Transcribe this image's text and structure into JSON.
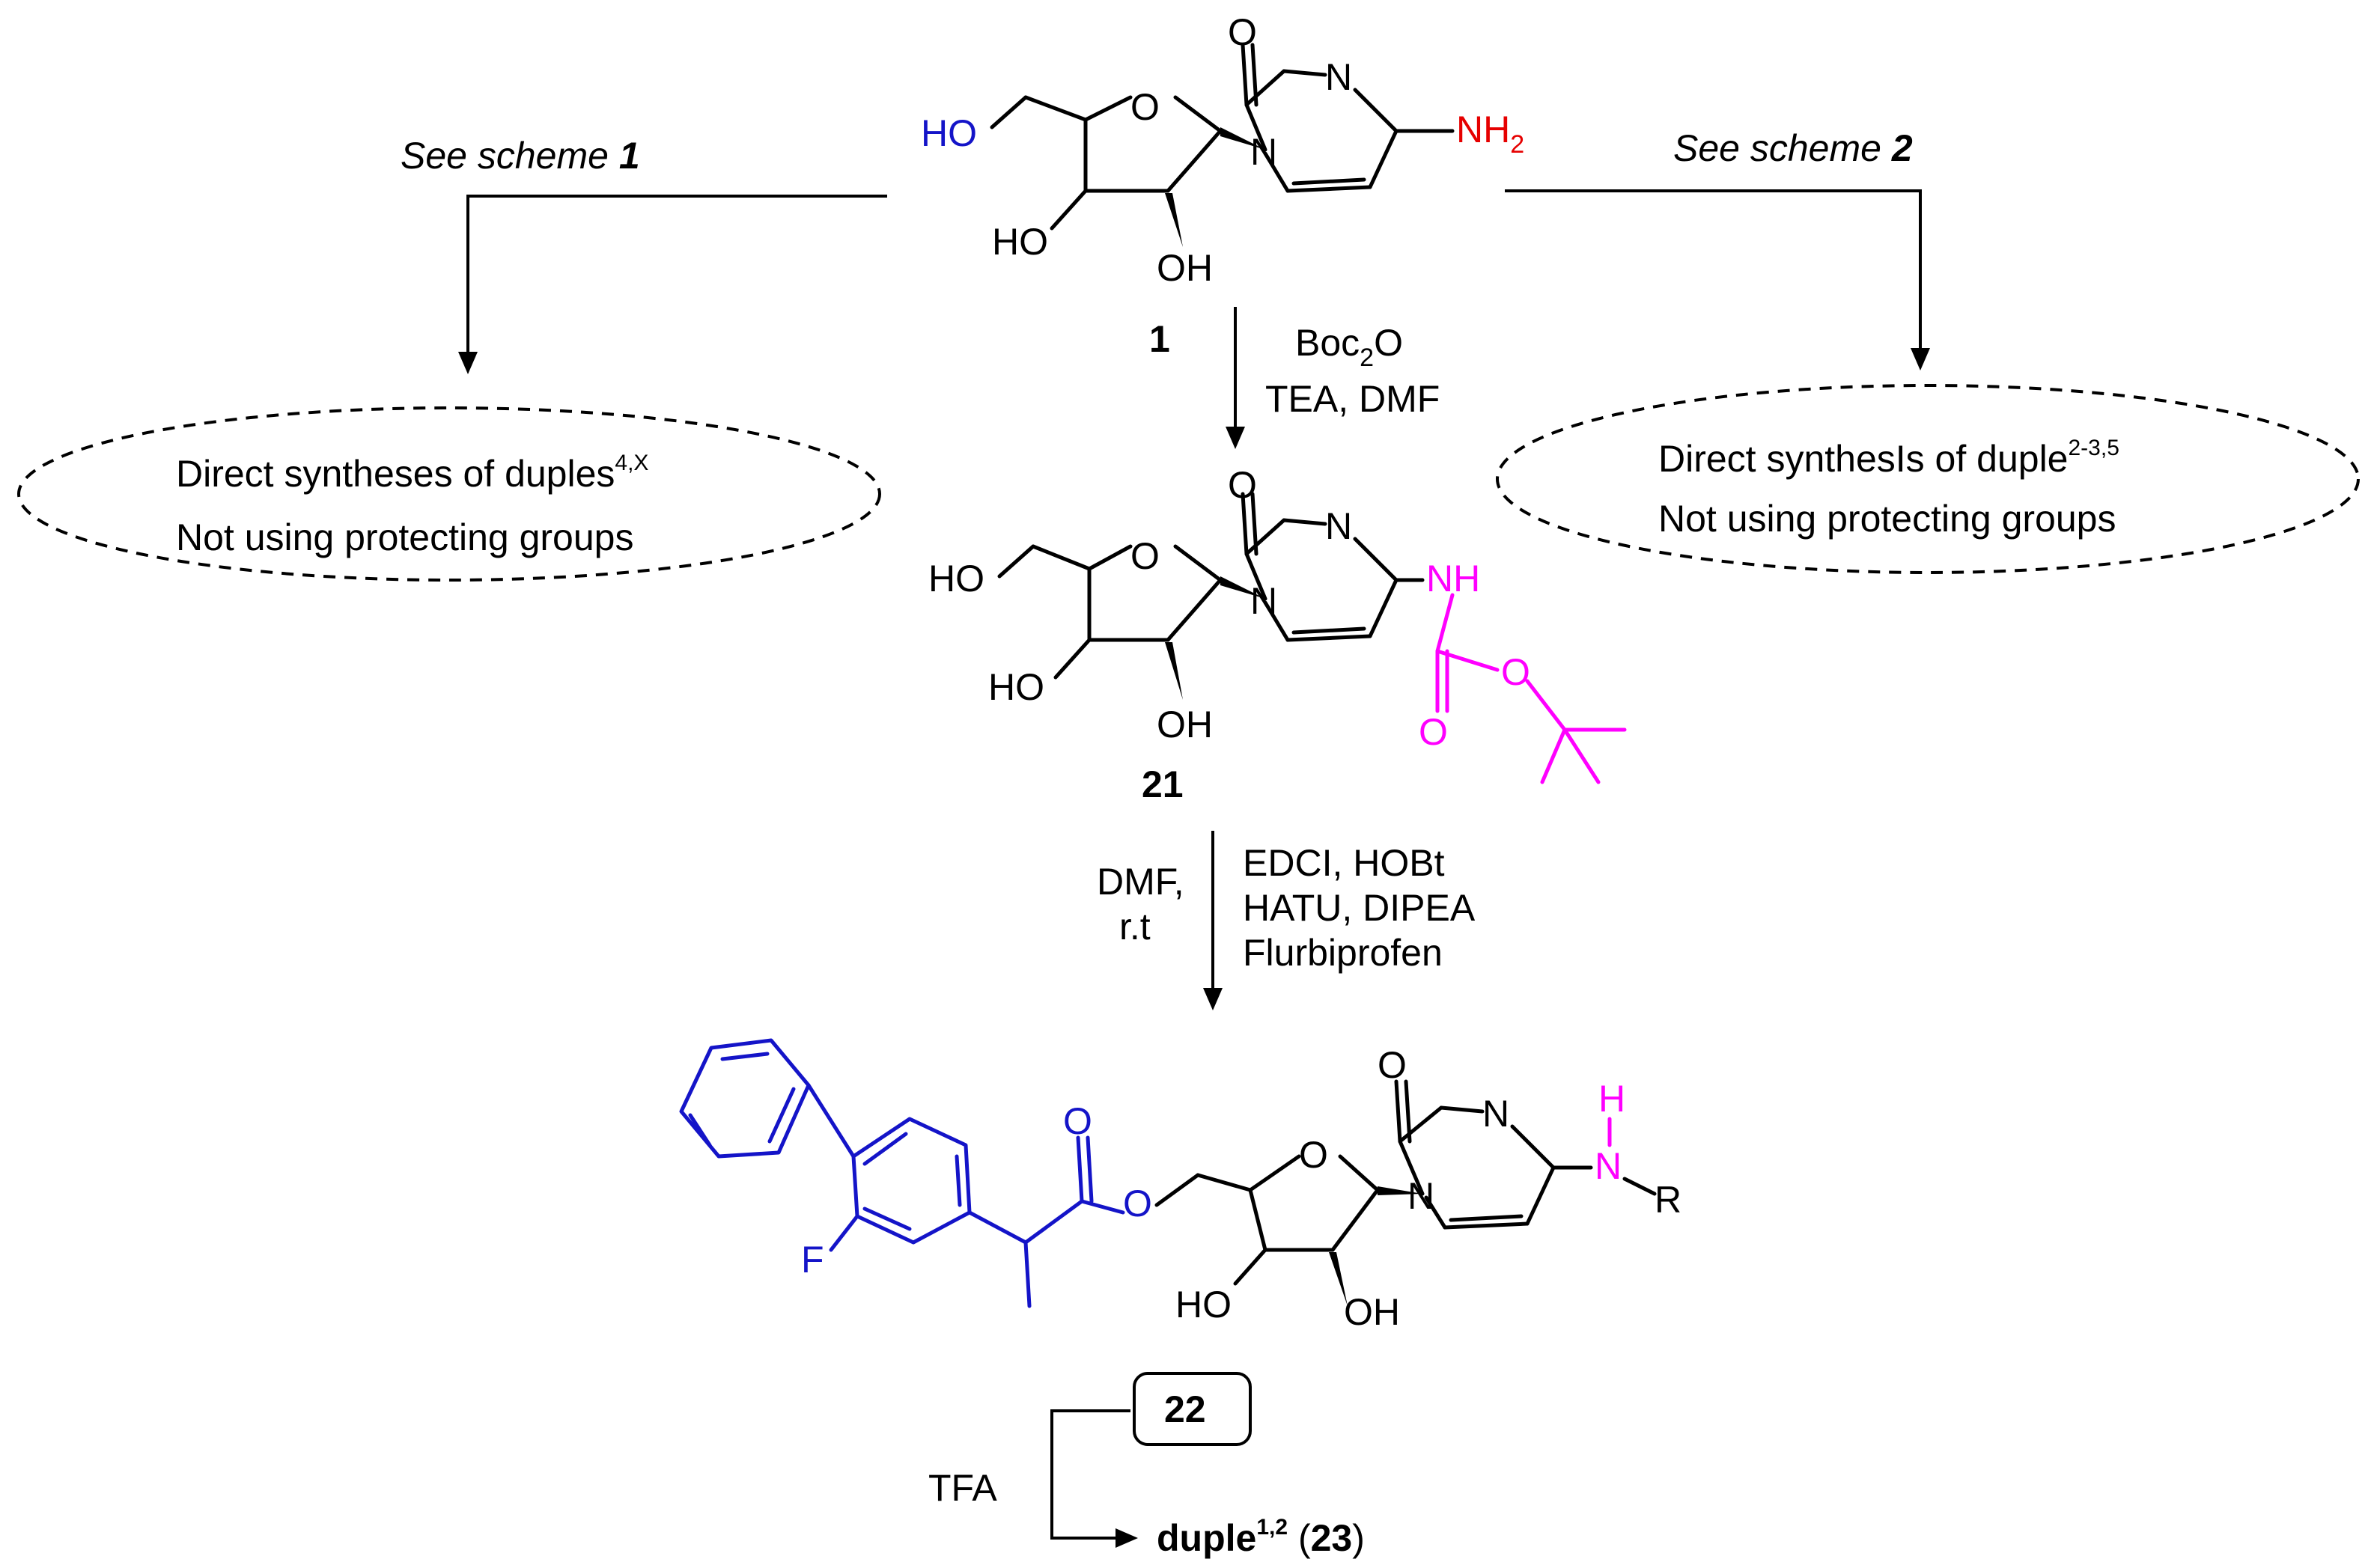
{
  "left_branch": {
    "see_scheme_text": "See scheme ",
    "see_scheme_num": "1",
    "box_line1_text": "Direct syntheses of duples",
    "box_line1_sup": "4,X",
    "box_line2": "Not using protecting groups"
  },
  "right_branch": {
    "see_scheme_text": "See scheme ",
    "see_scheme_num": "2",
    "box_line1_text": "Direct synthesIs of duple",
    "box_line1_sup": "2-3,5",
    "box_line2": "Not using protecting groups"
  },
  "compound1": {
    "label": "1",
    "atoms": {
      "o_ring": "O",
      "o_carbonyl": "O",
      "n3": "N",
      "n1": "N",
      "nh2_n": "NH",
      "nh2_sub": "2",
      "ho5": "HO",
      "ho3": "HO",
      "oh2": "OH"
    }
  },
  "step1": {
    "reagent_boc": "Boc",
    "reagent_boc_sub": "2",
    "reagent_boc_o": "O",
    "reagent_line2": "TEA, DMF"
  },
  "compound21": {
    "label": "21",
    "atoms": {
      "o_ring": "O",
      "o_carbonyl": "O",
      "n3": "N",
      "n1": "N",
      "nh": "NH",
      "boc_o_carbonyl": "O",
      "boc_o_ester": "O",
      "ho5": "HO",
      "ho3": "HO",
      "oh2": "OH"
    }
  },
  "step2": {
    "left_line1": "DMF,",
    "left_line2": "r.t",
    "right_line1": "EDCI, HOBt",
    "right_line2": "HATU, DIPEA",
    "right_line3": "Flurbiprofen"
  },
  "compound22": {
    "label": "22",
    "atoms": {
      "f": "F",
      "o_ester_carbonyl": "O",
      "o_ester": "O",
      "o_ring": "O",
      "o_carbonyl": "O",
      "n3": "N",
      "n1": "N",
      "nh_h": "H",
      "nh_n": "N",
      "r": "R",
      "ho3": "HO",
      "oh2": "OH"
    }
  },
  "step3": {
    "reagent": "TFA",
    "product_name": "duple",
    "product_sup": "1,2",
    "product_paren_open": " (",
    "product_num": "23",
    "product_paren_close": ")"
  },
  "colors": {
    "flurbiprofen": "#1414c8",
    "boc": "#ff00ff",
    "amine": "#e60000",
    "hydroxyl": "#1414c8"
  }
}
